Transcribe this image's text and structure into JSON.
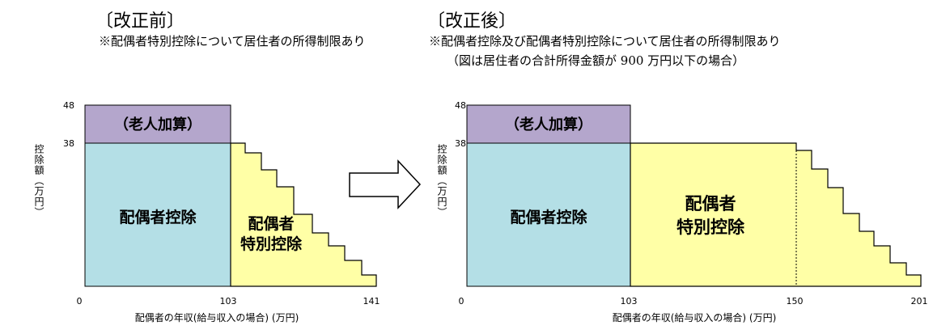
{
  "before": {
    "heading": "〔改正前〕",
    "note": "※配偶者特別控除について居住者の所得制限あり",
    "elderly_label": "（老人加算）",
    "spouse_deduction_label": "配偶者控除",
    "special_deduction_label_1": "配偶者",
    "special_deduction_label_2": "特別控除",
    "y_axis_label": "控除額（万円）",
    "x_axis_title": "配偶者の年収(給与収入の場合) (万円)",
    "x_ticks": [
      "0",
      "103",
      "141"
    ],
    "y_ticks": [
      "48",
      "38"
    ]
  },
  "after": {
    "heading": "〔改正後〕",
    "note_line1": "※配偶者控除及び配偶者特別控除について居住者の所得制限あり",
    "note_line2": "（図は居住者の合計所得金額が 900 万円以下の場合）",
    "elderly_label": "（老人加算）",
    "spouse_deduction_label": "配偶者控除",
    "special_deduction_label_1": "配偶者",
    "special_deduction_label_2": "特別控除",
    "y_axis_label": "控除額（万円）",
    "x_axis_title": "配偶者の年収(給与収入の場合) (万円)",
    "x_ticks": [
      "0",
      "103",
      "150",
      "201"
    ],
    "y_ticks": [
      "48",
      "38"
    ]
  },
  "colors": {
    "spouse_deduction": "#b4dfe6",
    "elderly_addition": "#b4a6cc",
    "special_deduction": "#ffffa6"
  },
  "chart_data": [
    {
      "type": "area",
      "title": "〔改正前〕",
      "xlabel": "配偶者の年収(給与収入の場合) (万円)",
      "ylabel": "控除額（万円）",
      "x_ticks": [
        0,
        103,
        141
      ],
      "y_ticks": [
        38,
        48
      ],
      "series": [
        {
          "name": "配偶者控除",
          "x_range": [
            0,
            103
          ],
          "value": 38
        },
        {
          "name": "（老人加算）",
          "x_range": [
            0,
            103
          ],
          "value_range": [
            38,
            48
          ]
        },
        {
          "name": "配偶者特別控除",
          "x_range": [
            103,
            141
          ],
          "steps": 8,
          "start_value": 38,
          "end_value": 0
        }
      ]
    },
    {
      "type": "area",
      "title": "〔改正後〕",
      "xlabel": "配偶者の年収(給与収入の場合) (万円)",
      "ylabel": "控除額（万円）",
      "x_ticks": [
        0,
        103,
        150,
        201
      ],
      "y_ticks": [
        38,
        48
      ],
      "series": [
        {
          "name": "配偶者控除",
          "x_range": [
            0,
            103
          ],
          "value": 38
        },
        {
          "name": "（老人加算）",
          "x_range": [
            0,
            103
          ],
          "value_range": [
            38,
            48
          ]
        },
        {
          "name": "配偶者特別控除",
          "x_range": [
            103,
            150
          ],
          "value": 38
        },
        {
          "name": "配偶者特別控除",
          "x_range": [
            150,
            201
          ],
          "steps": 8,
          "start_value": 38,
          "end_value": 0
        }
      ]
    }
  ]
}
